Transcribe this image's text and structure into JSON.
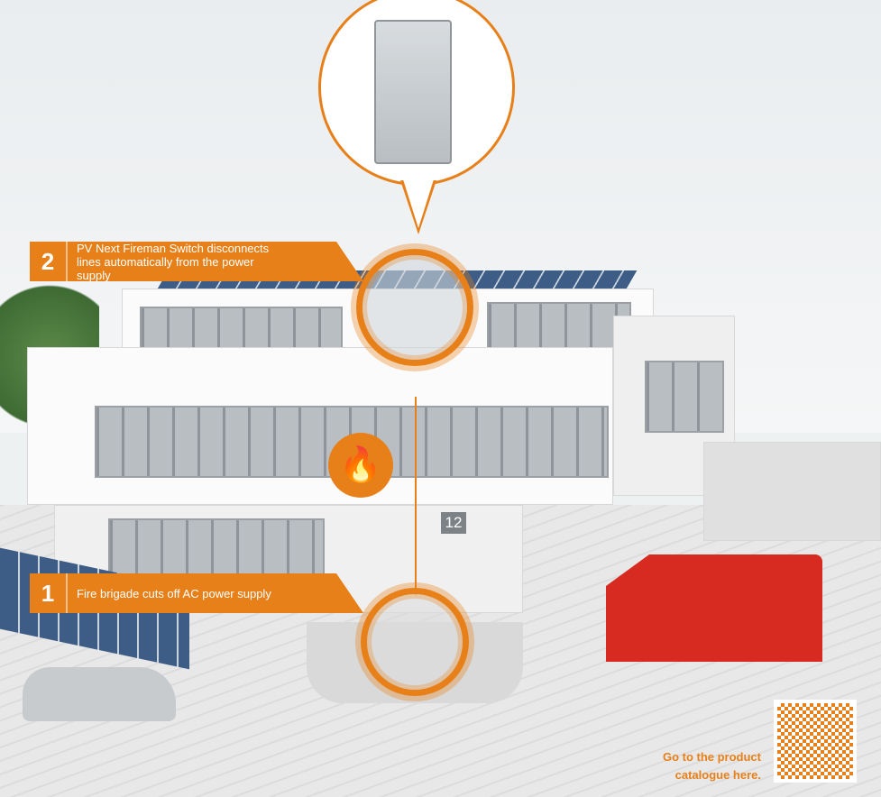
{
  "callouts": [
    {
      "number": "2",
      "text": "PV Next Fireman Switch disconnects lines automatically from the power supply"
    },
    {
      "number": "1",
      "text": "Fire brigade cuts off AC power supply"
    }
  ],
  "building_sign": "12",
  "cta": {
    "text": "Go to the product catalogue here."
  },
  "icons": {
    "fire": "fire-icon",
    "qr": "qr-code"
  },
  "colors": {
    "accent": "#e8801a",
    "truck": "#d72a20"
  }
}
